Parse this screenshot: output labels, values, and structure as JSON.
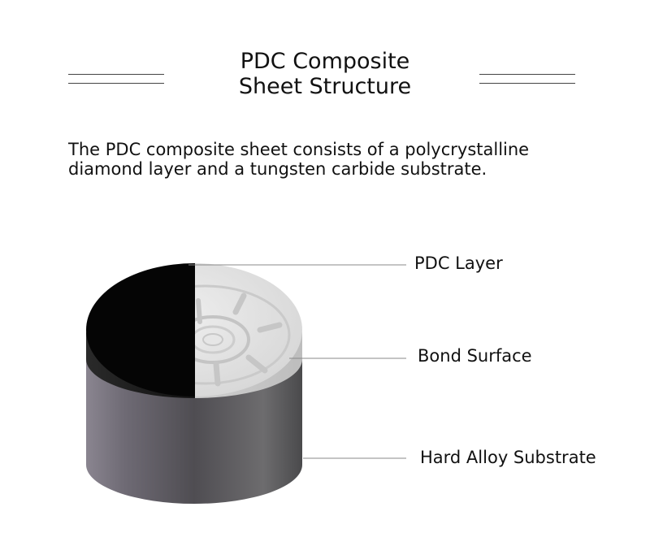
{
  "title": {
    "line1": "PDC Composite",
    "line2": "Sheet Structure"
  },
  "intro": {
    "line1": "The PDC composite sheet consists of a polycrystalline",
    "line2": "diamond layer and a tungsten carbide substrate."
  },
  "diagram": {
    "labels": {
      "pdc_layer": "PDC Layer",
      "bond_surface": "Bond Surface",
      "substrate": "Hard Alloy Substrate"
    },
    "colors": {
      "pdc_layer": "#0a0a0a",
      "bond_surface": "#dcdcdc",
      "substrate": "#5c5a60",
      "leader_line": "#888888"
    }
  }
}
